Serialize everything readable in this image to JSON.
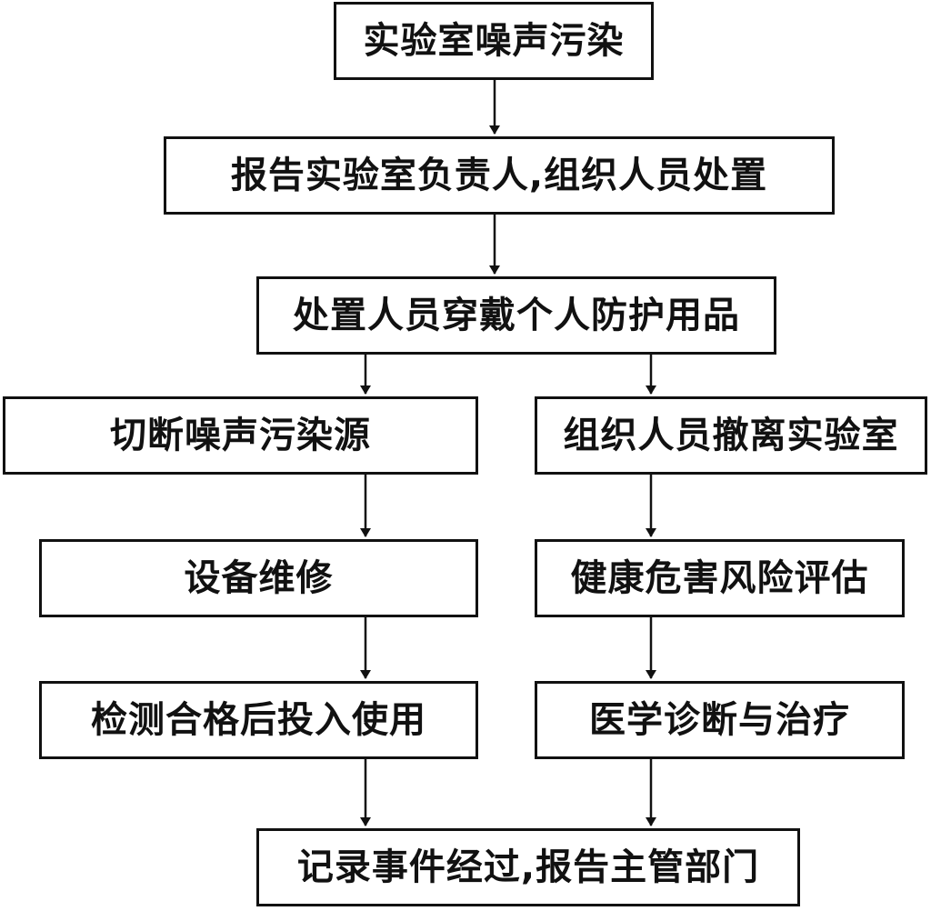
{
  "nodes": {
    "noise_pollution": "实验室噪声污染",
    "report_supervisor": "报告实验室负责人,组织人员处置",
    "wear_ppe": "处置人员穿戴个人防护用品",
    "cut_noise_source": "切断噪声污染源",
    "evacuate_lab": "组织人员撤离实验室",
    "equipment_repair": "设备维修",
    "health_risk_assessment": "健康危害风险评估",
    "test_then_use": "检测合格后投入使用",
    "diagnosis_treatment": "医学诊断与治疗",
    "record_report": "记录事件经过,报告主管部门"
  }
}
